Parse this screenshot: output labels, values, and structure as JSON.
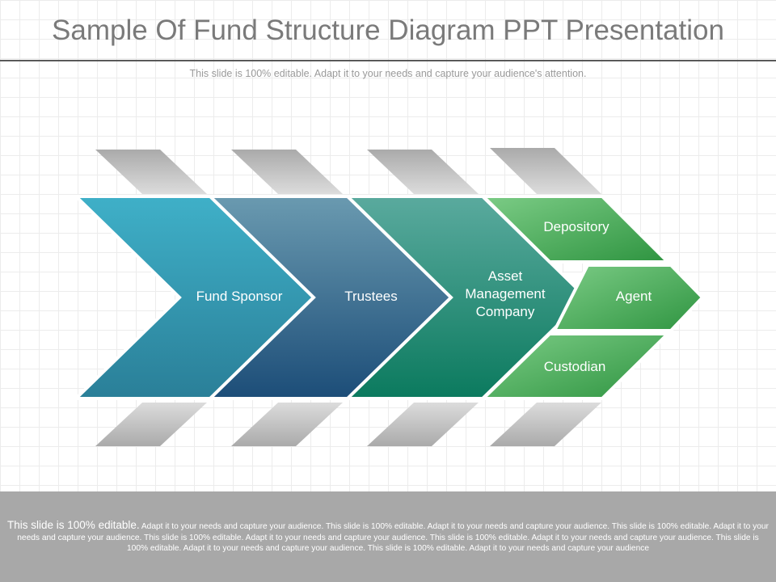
{
  "slide": {
    "title": "Sample Of Fund Structure Diagram PPT Presentation",
    "subtitle": "This slide is 100% editable. Adapt it to your needs and capture your audience's attention."
  },
  "diagram": {
    "stages": [
      {
        "label": "Fund Sponsor",
        "color_top": "#3fb0c8",
        "color_bottom": "#2a7f98"
      },
      {
        "label": "Trustees",
        "color_top": "#6a9ab0",
        "color_bottom": "#1c4d78"
      },
      {
        "label_lines": [
          "Asset",
          "Management",
          "Company"
        ],
        "color_top": "#5aaa9e",
        "color_bottom": "#0b7a5e"
      }
    ],
    "branches": [
      {
        "label": "Depository"
      },
      {
        "label": "Agent"
      },
      {
        "label": "Custodian"
      }
    ],
    "branch_colors": {
      "top": "#7ccc86",
      "bottom": "#2e9440"
    },
    "decoration_color": "#c8c8c8"
  },
  "footer": {
    "lead": "This slide is 100% editable.",
    "text": "Adapt it to your needs and capture your audience. This slide is 100% editable. Adapt it to your needs and capture your audience. This slide is 100% editable. Adapt it to your needs and capture your audience. This slide is 100% editable. Adapt it to your needs and capture your audience. This slide is 100% editable. Adapt it to your needs and capture your audience. This slide is 100% editable. Adapt it to your needs and capture your audience. This slide is 100% editable. Adapt it to your needs and capture your audience"
  }
}
